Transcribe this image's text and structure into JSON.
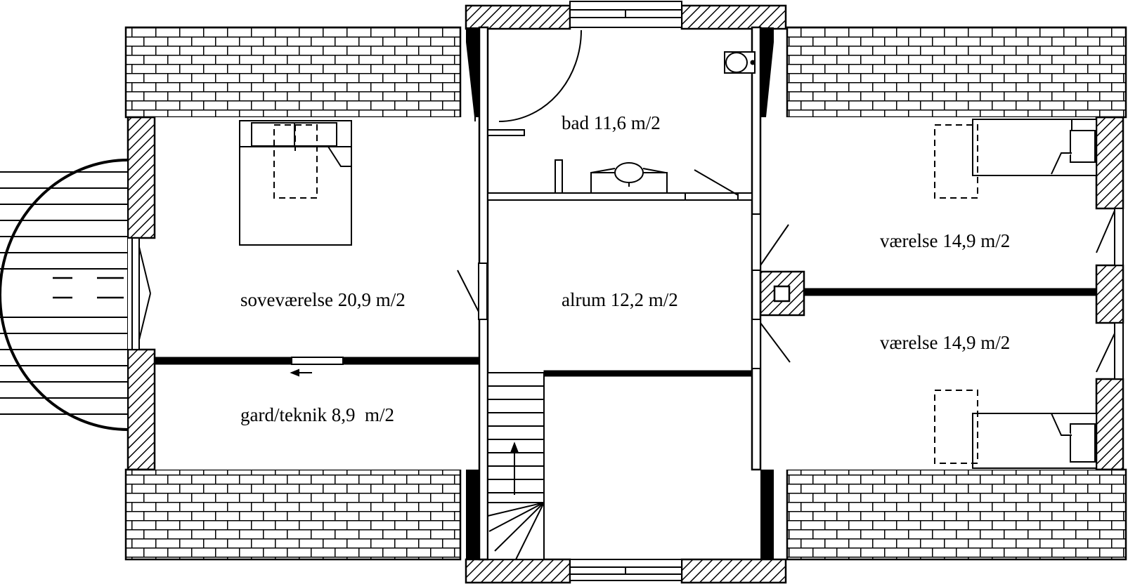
{
  "floor_plan": {
    "rooms": [
      {
        "id": "bad",
        "label": "bad 11,6 m/2"
      },
      {
        "id": "sovevaerelse",
        "label": "soveværelse 20,9 m/2"
      },
      {
        "id": "alrum",
        "label": "alrum 12,2 m/2"
      },
      {
        "id": "vaerelse-1",
        "label": "værelse 14,9 m/2"
      },
      {
        "id": "vaerelse-2",
        "label": "værelse 14,9 m/2"
      },
      {
        "id": "gard-teknik",
        "label": "gard/teknik 8,9  m/2"
      }
    ],
    "colors": {
      "line": "#000000",
      "background": "#ffffff"
    }
  }
}
